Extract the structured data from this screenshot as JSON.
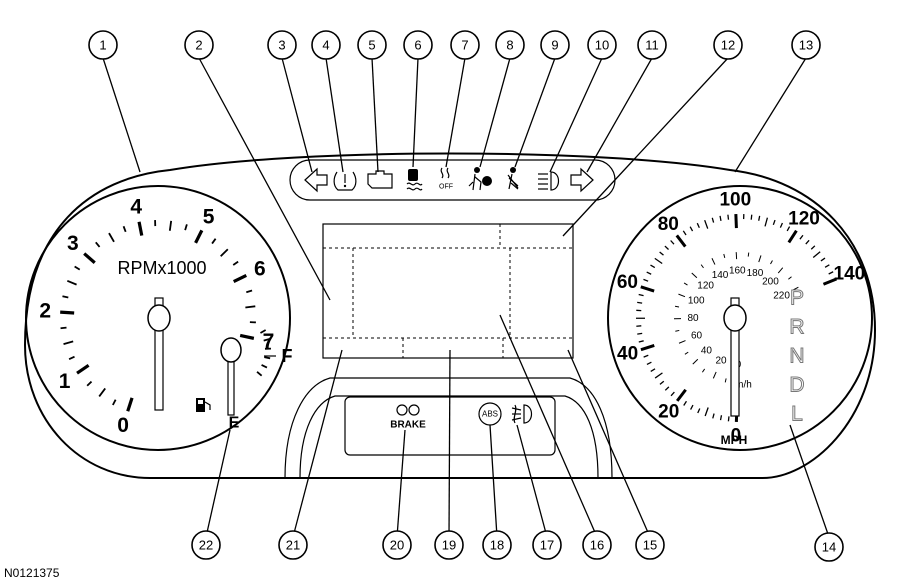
{
  "tachometer": {
    "unit_label": "RPMx1000",
    "numbers": [
      "0",
      "1",
      "2",
      "3",
      "4",
      "5",
      "6",
      "7"
    ]
  },
  "fuel_gauge": {
    "full_label": "F",
    "empty_label": "E"
  },
  "speedometer": {
    "mph_numbers": [
      "0",
      "20",
      "40",
      "60",
      "80",
      "100",
      "120",
      "140"
    ],
    "kmh_numbers": [
      "0",
      "20",
      "40",
      "60",
      "80",
      "100",
      "120",
      "140",
      "160",
      "180",
      "200",
      "220"
    ],
    "kmh_label": "km/h",
    "mph_label": "MPH"
  },
  "gear_indicator": [
    "P",
    "R",
    "N",
    "D",
    "L"
  ],
  "warning_icons": {
    "traction_off_label": "OFF",
    "brake_label": "BRAKE",
    "abs_label": "ABS"
  },
  "callouts": [
    "1",
    "2",
    "3",
    "4",
    "5",
    "6",
    "7",
    "8",
    "9",
    "10",
    "11",
    "12",
    "13",
    "14",
    "15",
    "16",
    "17",
    "18",
    "19",
    "20",
    "21",
    "22"
  ],
  "document_id": "N0121375"
}
